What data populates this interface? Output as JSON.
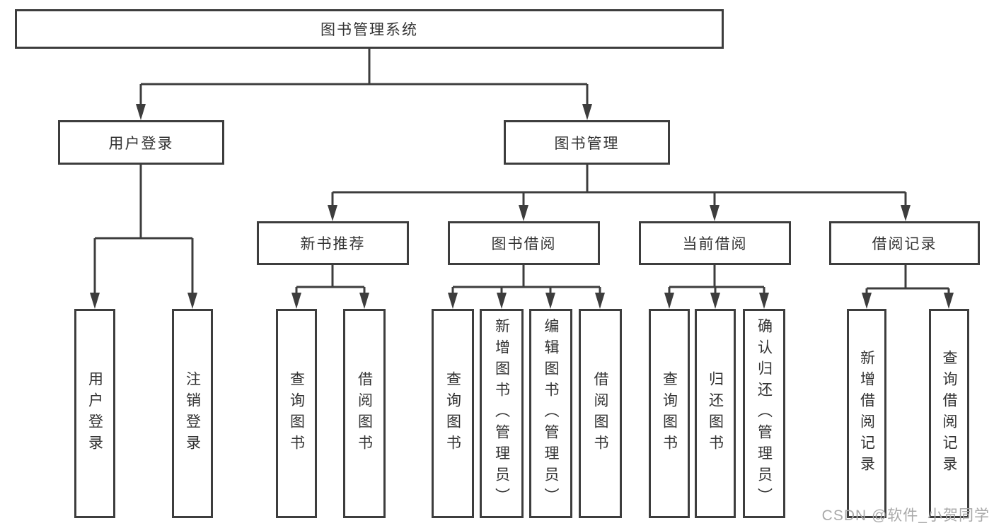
{
  "diagram": {
    "root": {
      "label": "图书管理系统"
    },
    "level2": [
      {
        "label": "用户登录"
      },
      {
        "label": "图书管理"
      }
    ],
    "level3": [
      {
        "label": "新书推荐"
      },
      {
        "label": "图书借阅"
      },
      {
        "label": "当前借阅"
      },
      {
        "label": "借阅记录"
      }
    ],
    "leaves": {
      "user_login": [
        {
          "label": "用户登录"
        },
        {
          "label": "注销登录"
        }
      ],
      "new_book": [
        {
          "label": "查询图书"
        },
        {
          "label": "借阅图书"
        }
      ],
      "book_borrow": [
        {
          "label": "查询图书"
        },
        {
          "label": "新增图书（管理员）"
        },
        {
          "label": "编辑图书（管理员）"
        },
        {
          "label": "借阅图书"
        }
      ],
      "current_borrow": [
        {
          "label": "查询图书"
        },
        {
          "label": "归还图书"
        },
        {
          "label": "确认归还（管理员）"
        }
      ],
      "borrow_record": [
        {
          "label": "新增借阅记录"
        },
        {
          "label": "查询借阅记录"
        }
      ]
    }
  },
  "watermark": "CSDN @软件_小贺同学",
  "colors": {
    "line": "#3d3d3d",
    "text": "#333333",
    "watermark": "#a9a9a9",
    "background": "#ffffff"
  }
}
